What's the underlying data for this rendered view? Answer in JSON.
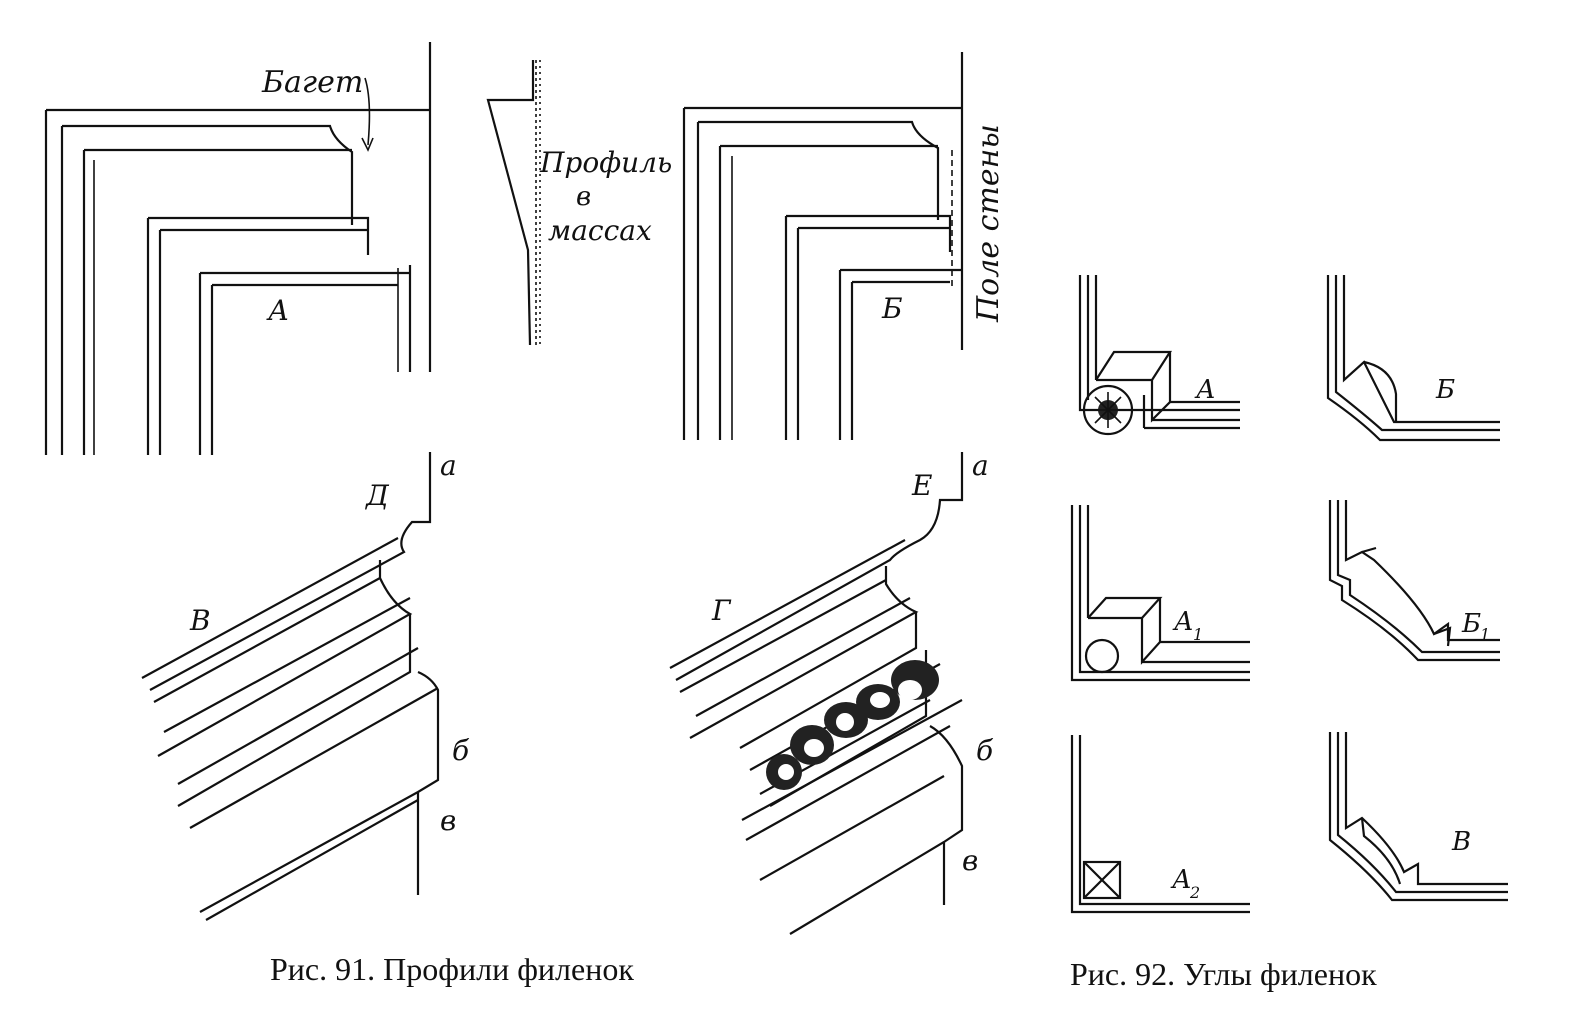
{
  "fig91": {
    "caption": "Рис. 91. Профили филенок",
    "labels": {
      "baget": "Багет",
      "profile": "Профиль",
      "profile_v": "в",
      "profile_massakh": "массах",
      "wall_field": "Поле стены",
      "A": "А",
      "B_cyr": "Б",
      "D": "Д",
      "E": "Е",
      "V": "В",
      "G": "Г",
      "a_left": "а",
      "b_left": "б",
      "v_left": "в",
      "a_right": "а",
      "b_right": "б",
      "v_right": "в"
    }
  },
  "fig92": {
    "caption": "Рис. 92. Углы филенок",
    "labels": {
      "A": "А",
      "A1": "А",
      "A1_sub": "1",
      "A2": "А",
      "A2_sub": "2",
      "B": "Б",
      "B1": "Б",
      "B1_sub": "1",
      "V": "В"
    }
  }
}
